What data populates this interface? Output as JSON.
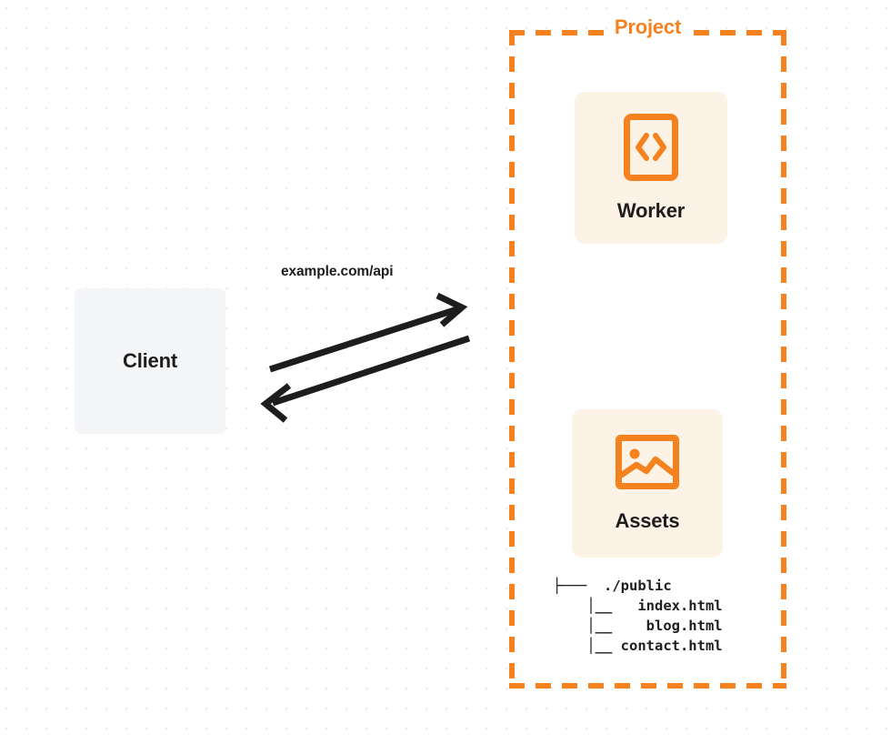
{
  "diagram": {
    "title": "Project architecture diagram",
    "colors": {
      "accent": "#f6821f",
      "card_background": "#fdf2e6",
      "client_background": "#f4f5f7",
      "text": "#1d1d1d",
      "grid_dot": "#ececec",
      "canvas_background": "#ffffff",
      "arrow": "#1d1d1d"
    },
    "client": {
      "label": "Client"
    },
    "connection": {
      "label": "example.com/api",
      "direction": "bidirectional"
    },
    "project": {
      "title": "Project",
      "border_style": "dashed",
      "services": [
        {
          "id": "worker",
          "label": "Worker",
          "icon": "code-brackets-icon"
        },
        {
          "id": "assets",
          "label": "Assets",
          "icon": "image-icon"
        }
      ],
      "file_tree": {
        "lines": [
          {
            "prefix": "├─── ",
            "name": "./public"
          },
          {
            "prefix": "    │__ ",
            "name": "index.html"
          },
          {
            "prefix": "    │__ ",
            "name": "blog.html"
          },
          {
            "prefix": "    │__ ",
            "name": "contact.html"
          }
        ],
        "text": "├───  ./public\n    │__   index.html\n    │__    blog.html\n    │__ contact.html"
      }
    }
  }
}
